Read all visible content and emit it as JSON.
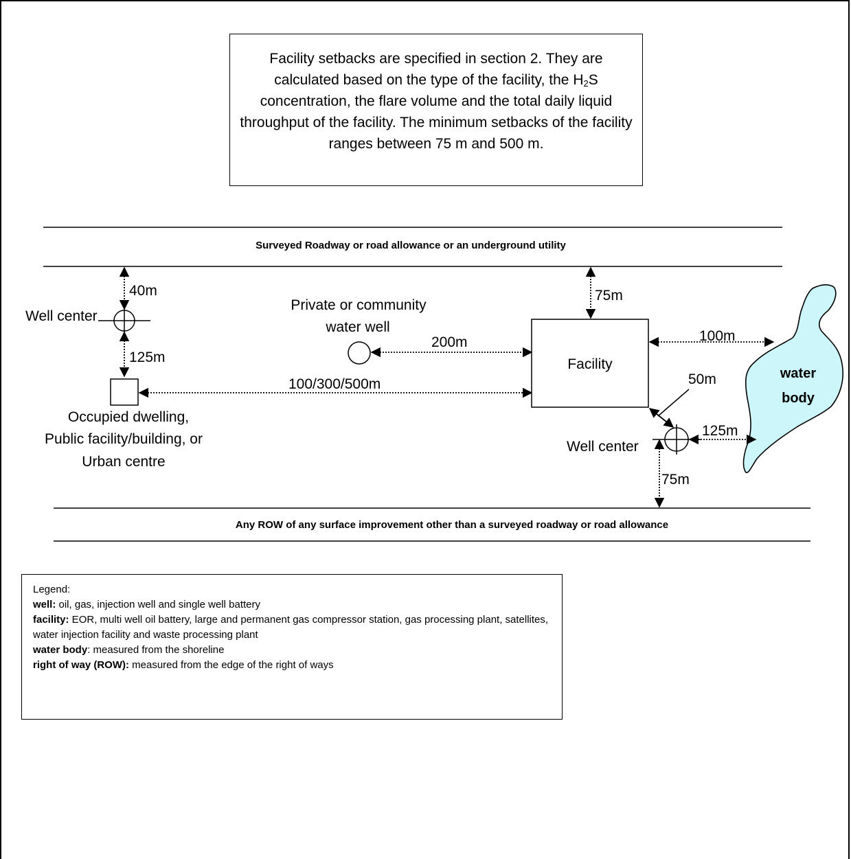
{
  "note": {
    "text_before_sub": "Facility setbacks are specified in section 2. They are calculated based on the type of the facility, the H",
    "sub": "2",
    "text_after_sub": "S concentration, the flare volume and the total daily liquid throughput of the facility. The minimum setbacks of the facility ranges between 75 m and 500 m."
  },
  "roads": {
    "top_label": "Surveyed Roadway or road allowance or an underground utility",
    "bottom_label": "Any ROW of any surface improvement other than a surveyed roadway or road allowance"
  },
  "elements": {
    "well_center_left": "Well center",
    "well_center_right": "Well center",
    "water_well_line1": "Private or community",
    "water_well_line2": "water well",
    "facility": "Facility",
    "water_body_line1": "water",
    "water_body_line2": "body",
    "dwelling_line1": "Occupied dwelling,",
    "dwelling_line2": "Public facility/building, or",
    "dwelling_line3": "Urban centre"
  },
  "distances": {
    "well_to_road_top": "40m",
    "well_to_dwelling": "125m",
    "water_well_to_facility": "200m",
    "dwelling_to_facility": "100/300/500m",
    "facility_to_road_top": "75m",
    "facility_to_water": "100m",
    "facility_to_well": "50m",
    "well_to_water": "125m",
    "well_to_row": "75m"
  },
  "legend": {
    "title": "Legend:",
    "items": [
      {
        "term": "well:",
        "desc": " oil, gas, injection well and single well battery"
      },
      {
        "term": "facility:",
        "desc": " EOR, multi well oil battery, large and permanent gas compressor station, gas processing plant, satellites, water injection facility and waste processing plant"
      },
      {
        "term": "water body",
        "desc": ": measured from the shoreline"
      },
      {
        "term": "right of way (ROW):",
        "desc": " measured from the edge of the right of ways"
      }
    ]
  },
  "colors": {
    "water_fill": "#ccf6fa",
    "line": "#000000"
  }
}
